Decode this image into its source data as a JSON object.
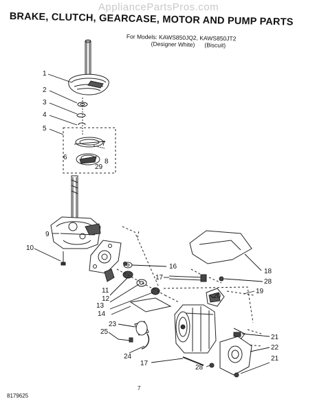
{
  "watermark": "AppliancePartsPros.com",
  "title": "BRAKE, CLUTCH, GEARCASE, MOTOR AND PUMP PARTS",
  "models": {
    "line1": "For Models: KAWS850JQ2, KAWS850JT2",
    "variant_a": "(Designer White)",
    "variant_b": "(Biscuit)"
  },
  "doc_number": "8179625",
  "page_number": "7",
  "callouts": [
    {
      "label": "1"
    },
    {
      "label": "2"
    },
    {
      "label": "3"
    },
    {
      "label": "4"
    },
    {
      "label": "5"
    },
    {
      "label": "6"
    },
    {
      "label": "7"
    },
    {
      "label": "29"
    },
    {
      "label": "8"
    },
    {
      "label": "9"
    },
    {
      "label": "10"
    },
    {
      "label": "16"
    },
    {
      "label": "17"
    },
    {
      "label": "18"
    },
    {
      "label": "28"
    },
    {
      "label": "19"
    },
    {
      "label": "20"
    },
    {
      "label": "11"
    },
    {
      "label": "12"
    },
    {
      "label": "13"
    },
    {
      "label": "14"
    },
    {
      "label": "23"
    },
    {
      "label": "25"
    },
    {
      "label": "24"
    },
    {
      "label": "21"
    },
    {
      "label": "22"
    },
    {
      "label": "21"
    },
    {
      "label": "17"
    },
    {
      "label": "28"
    }
  ]
}
